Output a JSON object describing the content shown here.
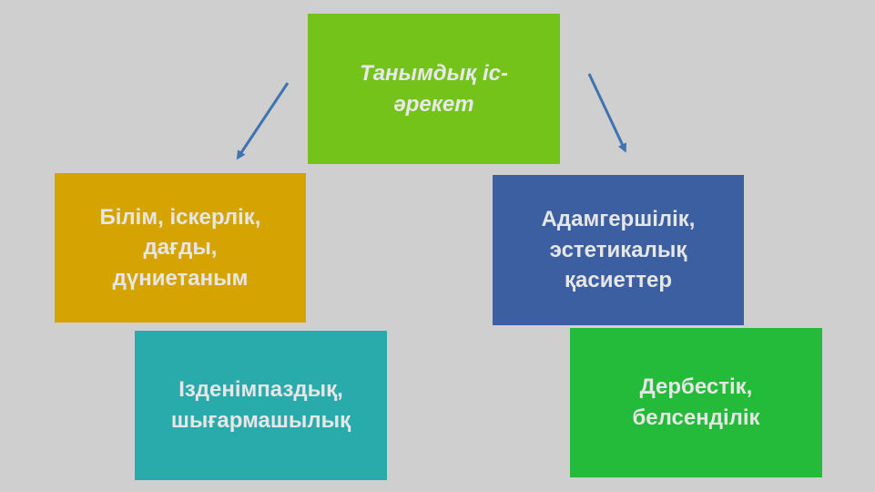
{
  "nodes": {
    "top": {
      "text": "Танымдық іс-\nәрекет",
      "color": "#74c31b"
    },
    "left_top": {
      "text": "Білім, іскерлік,\nдағды,\nдүниетаным",
      "color": "#d5a302"
    },
    "right_top": {
      "text": "Адамгершілік,\nэстетикалық\nқасиеттер",
      "color": "#3b5fa0"
    },
    "left_bottom": {
      "text": "Ізденімпаздық,\nшығармашылық",
      "color": "#2aabab"
    },
    "right_bottom": {
      "text": "Дербестік,\nбелсенділік",
      "color": "#25bb3a"
    }
  },
  "arrow_color": "#3e74b0",
  "background": "#cfcfcf"
}
